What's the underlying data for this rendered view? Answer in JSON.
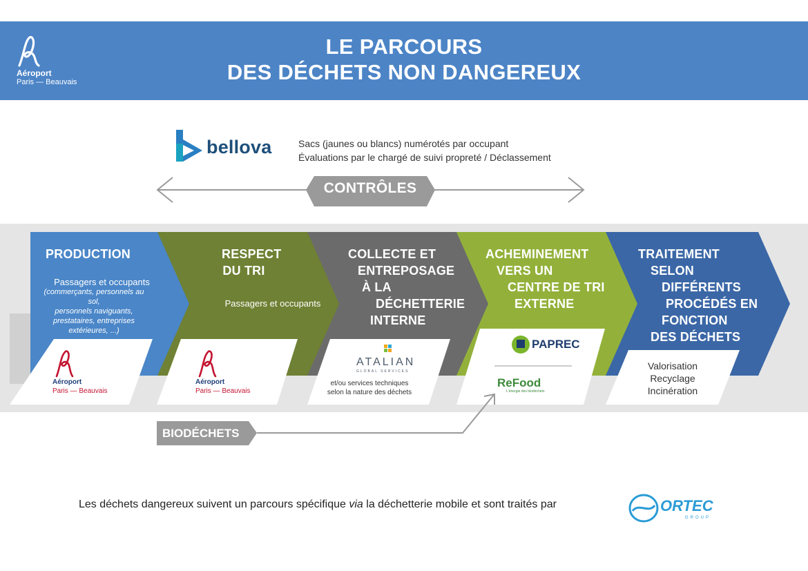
{
  "header": {
    "title_line1": "LE PARCOURS",
    "title_line2": "DES DÉCHETS NON DANGEREUX",
    "logo": {
      "word1": "Aéroport",
      "word2": "Paris — Beauvais",
      "icon": "airport-a-logo-icon"
    }
  },
  "bellova": {
    "logo_word": "bellova",
    "line1": "Sacs (jaunes ou blancs) numérotés par occupant",
    "line2": "Évaluations par le chargé de suivi propreté / Déclassement"
  },
  "controls": {
    "label": "CONTRÔLES"
  },
  "steps": [
    {
      "title_lines": [
        "PRODUCTION"
      ],
      "subtitle": "Passagers et occupants",
      "note_lines": [
        "(commerçants, personnels au sol,",
        "personnels naviguants,",
        "prestataires, entreprises",
        "extérieures, ...)"
      ],
      "card": {
        "word1": "Aéroport",
        "word2": "Paris — Beauvais"
      },
      "color": "#4a86c8"
    },
    {
      "title_lines": [
        "RESPECT",
        "DU TRI"
      ],
      "subtitle": "Passagers et occupants",
      "card": {
        "word1": "Aéroport",
        "word2": "Paris — Beauvais"
      },
      "color": "#6f8134"
    },
    {
      "title_lines": [
        "COLLECTE ET",
        "ENTREPOSAGE",
        "À LA",
        "DÉCHETTERIE",
        "INTERNE"
      ],
      "card": {
        "logo": "ATALIAN",
        "logo_sub": "GLOBAL SERVICES",
        "text_lines": [
          "et/ou services techniques",
          "selon la nature des déchets"
        ]
      },
      "color": "#6b6b6b"
    },
    {
      "title_lines": [
        "ACHEMINEMENT",
        "VERS UN",
        "CENTRE DE TRI",
        "EXTERNE"
      ],
      "card": {
        "logo1": "PAPREC",
        "logo2": "ReFood",
        "logo2_sub": "L'énergie des biodéchets"
      },
      "color": "#93b13a"
    },
    {
      "title_lines": [
        "TRAITEMENT",
        "SELON",
        "DIFFÉRENTS",
        "PROCÉDÉS EN",
        "FONCTION",
        "DES DÉCHETS"
      ],
      "card": {
        "items": [
          "Valorisation",
          "Recyclage",
          "Incinération"
        ]
      },
      "color": "#3b67a6"
    }
  ],
  "biodechets": {
    "label": "BIODÉCHETS"
  },
  "footer": {
    "text_before": "Les déchets dangereux suivent un parcours spécifique ",
    "text_italic": "via",
    "text_after": " la déchetterie mobile et sont traités par",
    "logo_word": "ORTEC",
    "logo_sub": "GROUP"
  }
}
